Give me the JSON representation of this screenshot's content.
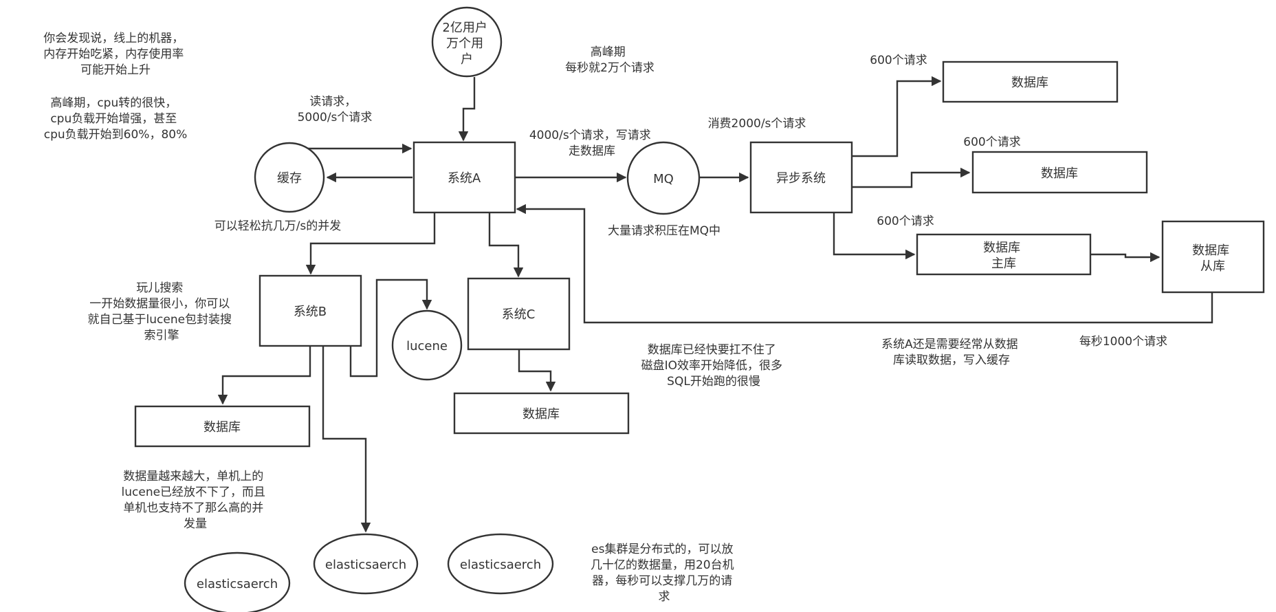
{
  "diagram": {
    "nodes": {
      "users": [
        "2亿用户",
        "万个用",
        "户"
      ],
      "cache": [
        "缓存"
      ],
      "system_a": [
        "系统A"
      ],
      "mq": [
        "MQ"
      ],
      "async_system": [
        "异步系统"
      ],
      "db_top1": [
        "数据库"
      ],
      "db_top2": [
        "数据库"
      ],
      "db_master": [
        "数据库",
        "主库"
      ],
      "db_slave": [
        "数据库",
        "从库"
      ],
      "system_b": [
        "系统B"
      ],
      "lucene": [
        "lucene"
      ],
      "system_c": [
        "系统C"
      ],
      "db_b": [
        "数据库"
      ],
      "db_c": [
        "数据库"
      ],
      "es_1": [
        "elasticsaerch"
      ],
      "es_2": [
        "elasticsaerch"
      ],
      "es_3": [
        "elasticsaerch"
      ]
    },
    "notes": {
      "memory_note": [
        "你会发现说，线上的机器，",
        "内存开始吃紧，内存使用率",
        "可能开始上升"
      ],
      "cpu_note": [
        "高峰期，cpu转的很快，",
        "cpu负载开始增强，甚至",
        "cpu负载开始到60%，80%"
      ],
      "read_requests": [
        "读请求，",
        "5000/s个请求"
      ],
      "peak": [
        "高峰期",
        "每秒就2万个请求"
      ],
      "write_requests": [
        "4000/s个请求，写请求",
        "走数据库"
      ],
      "consume": [
        "消费2000/s个请求"
      ],
      "req_600_a": [
        "600个请求"
      ],
      "req_600_b": [
        "600个请求"
      ],
      "req_600_c": [
        "600个请求"
      ],
      "cache_concurrency": [
        "可以轻松抗几万/s的并发"
      ],
      "mq_backlog": [
        "大量请求积压在MQ中"
      ],
      "search_note": [
        "玩儿搜索",
        "一开始数据量很小，你可以",
        "就自己基于lucene包封装搜",
        "索引擎"
      ],
      "db_pressure": [
        "数据库已经快要扛不住了",
        "磁盘IO效率开始降低，很多",
        "SQL开始跑的很慢"
      ],
      "sys_a_read": [
        "系统A还是需要经常从数据",
        "库读取数据，写入缓存"
      ],
      "per_sec_1000": [
        "每秒1000个请求"
      ],
      "data_growth": [
        "数据量越来越大，单机上的",
        "lucene已经放不下了，而且",
        "单机也支持不了那么高的并",
        "发量"
      ],
      "es_cluster": [
        "es集群是分布式的，可以放",
        "几十亿的数据量，用20台机",
        "器，每秒可以支撑几万的请",
        "求"
      ]
    }
  }
}
